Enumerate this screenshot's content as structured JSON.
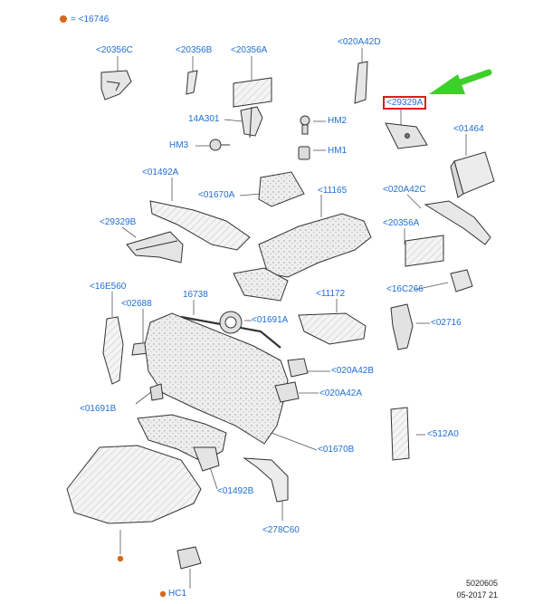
{
  "legend": {
    "marker_color": "#d2691e",
    "text": "= <16746"
  },
  "labels": {
    "l20356C": "<20356C",
    "l20356B": "<20356B",
    "l20356A_top": "<20356A",
    "l020A42D": "<020A42D",
    "l29329A": "<29329A",
    "l14A301": "14A301",
    "lHM2": "HM2",
    "lHM3": "HM3",
    "lHM1": "HM1",
    "l01464": "<01464",
    "l01492A": "<01492A",
    "l11165": "<11165",
    "l020A42C": "<020A42C",
    "l01670A": "<01670A",
    "l29329B": "<29329B",
    "l20356A_mid": "<20356A",
    "l16E560": "<16E560",
    "l02688": "<02688",
    "l16738": "16738",
    "l11172": "<11172",
    "l16C266": "<16C266",
    "l01691A": "<01691A",
    "l02716": "<02716",
    "l020A42B": "<020A42B",
    "l020A42A": "<020A42A",
    "l01691B": "<01691B",
    "l512A0": "<512A0",
    "l01670B": "<01670B",
    "l01492B": "<01492B",
    "l278C60": "<278C60",
    "lHC1": "HC1"
  },
  "reference": {
    "number": "5020605",
    "date": "05-2017 21"
  },
  "colors": {
    "label": "#1f6fd6",
    "highlight": "#e0191e",
    "pointer_arrow": "#3ecf2a",
    "part_stroke": "#333333",
    "part_fill": "#f2f2f2"
  }
}
